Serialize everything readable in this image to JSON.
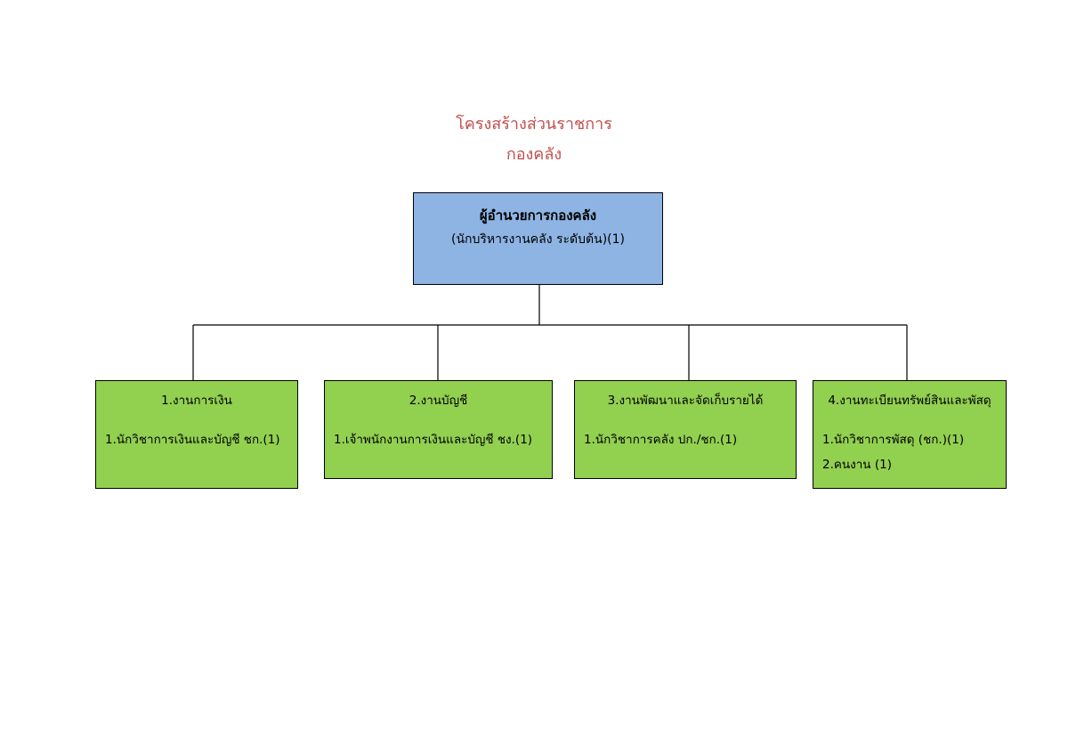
{
  "header": {
    "title": "โครงสร้างส่วนราชการ",
    "subtitle": "กองคลัง"
  },
  "head_box": {
    "title": "ผู้อำนวยการกองคลัง",
    "subtitle": "(นักบริหารงานคลัง ระดับต้น)(1)",
    "color": "#8eb4e3"
  },
  "units": [
    {
      "title": "1.งานการเงิน",
      "positions": [
        "1.นักวิชาการเงินและบัญชี ชก.(1)"
      ]
    },
    {
      "title": "2.งานบัญชี",
      "positions": [
        "1.เจ้าพนักงานการเงินและบัญชี ชง.(1)"
      ]
    },
    {
      "title": "3.งานพัฒนาและจัดเก็บรายได้",
      "positions": [
        "1.นักวิชาการคลัง ปก./ชก.(1)"
      ]
    },
    {
      "title": "4.งานทะเบียนทรัพย์สินและพัสดุ",
      "positions": [
        "1.นักวิชาการพัสดุ (ชก.)(1)",
        "2.คนงาน (1)"
      ]
    }
  ],
  "colors": {
    "title": "#c0504d",
    "unit_box": "#92d050"
  }
}
